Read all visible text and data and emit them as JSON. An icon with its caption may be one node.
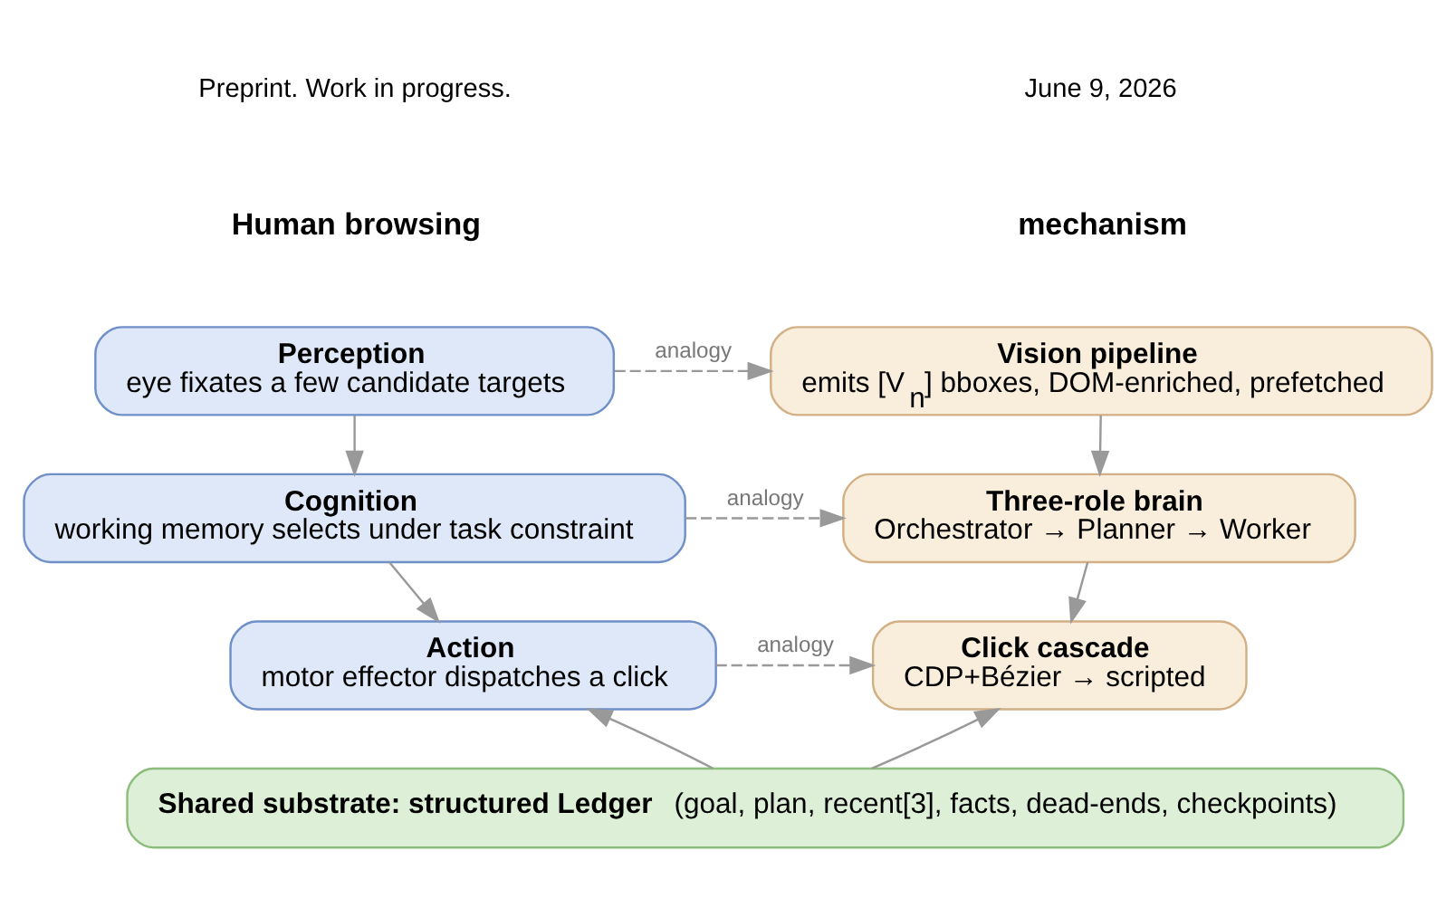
{
  "diagram": {
    "nodes": [
      {
        "text": [
          "Perception",
          "eye fixates a few candidate targets"
        ]
      },
      {
        "text": [
          "Cognition",
          "working memory selects under task constraint"
        ]
      },
      {
        "text": [
          "Action",
          "motor effector dispatches a click"
        ]
      },
      {
        "text": [
          "Vision pipeline",
          "emits [V$_{n}$] bboxes, DOM-enriched, prefetched"
        ]
      },
      {
        "text": [
          "Three-role brain",
          "Orchestrator → Planner → Worker"
        ]
      },
      {
        "text": [
          "Click cascade",
          "CDP+Bézier → scripted"
        ]
      },
      {
        "text": [
          "**Shared substrate: structured Ledger** (goal, plan, recent[3], facts, dead-ends, checkpoints)"
        ]
      }
    ],
    "edges": [
      {
        "from": 0,
        "to": 1,
        "arrow": "to"
      },
      {
        "from": 1,
        "to": 2,
        "arrow": "to"
      },
      {
        "from": 0,
        "to": 3,
        "arrow": "to",
        "label": "analogy",
        "style": "dashed"
      },
      {
        "from": 1,
        "to": 4,
        "arrow": "to",
        "label": "analogy",
        "style": "dashed"
      },
      {
        "from": 2,
        "to": 5,
        "arrow": "to",
        "label": "analogy",
        "style": "dashed"
      },
      {
        "from": 3,
        "to": 4,
        "arrow": "to"
      },
      {
        "from": 4,
        "to": 5,
        "arrow": "to"
      },
      {
        "from": 6,
        "to": 2,
        "arrow": "to"
      },
      {
        "from": 6,
        "to": 5,
        "arrow": "to"
      }
    ],
    "labels": [
      "Preprint. Work in progress.",
      "June 9, 2026",
      "Human browsing",
      "mechanism"
    ]
  }
}
